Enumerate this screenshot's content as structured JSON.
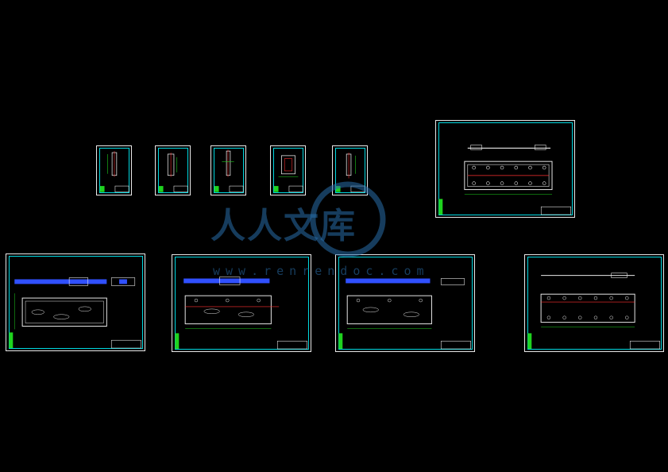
{
  "watermark": {
    "text_cn": "人人文库",
    "url": "www.renrendoc.com"
  },
  "colors": {
    "background": "#000000",
    "frame": "#e8e8e8",
    "border": "#00d8e0",
    "dims": "#1fd31f",
    "detail": "#e8e8e8",
    "accent": "#ff3030",
    "hatch": "#3050ff",
    "watermark": "#286eaa"
  },
  "drawings": [
    {
      "id": "small-1",
      "kind": "small-part"
    },
    {
      "id": "small-2",
      "kind": "small-part"
    },
    {
      "id": "small-3",
      "kind": "small-part"
    },
    {
      "id": "small-4",
      "kind": "small-part"
    },
    {
      "id": "small-5",
      "kind": "small-part"
    },
    {
      "id": "plate-top",
      "kind": "plate"
    },
    {
      "id": "assembly-1",
      "kind": "assembly"
    },
    {
      "id": "assembly-2",
      "kind": "assembly"
    },
    {
      "id": "assembly-3",
      "kind": "assembly"
    },
    {
      "id": "assembly-4",
      "kind": "plate-rail"
    }
  ]
}
